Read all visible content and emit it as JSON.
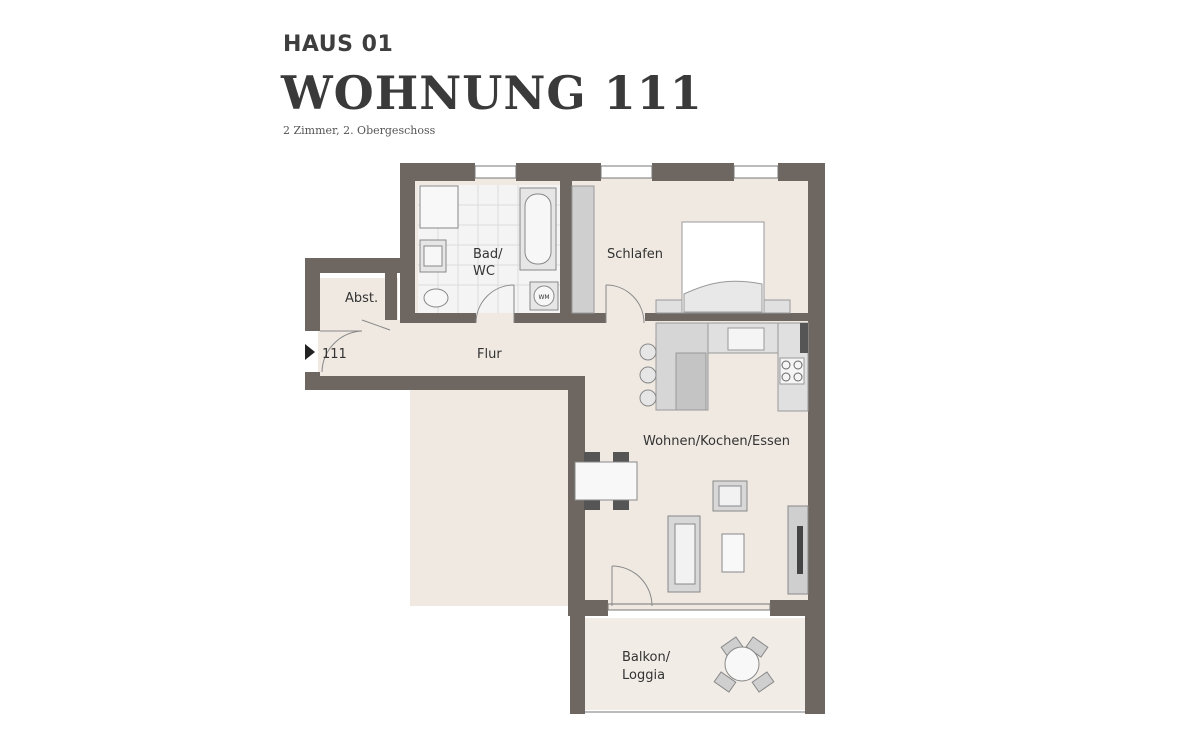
{
  "header": {
    "house": "HAUS 01",
    "unit": "WOHNUNG 111",
    "details": "2 Zimmer, 2. Obergeschoss"
  },
  "rooms": {
    "bath_line1": "Bad/",
    "bath_line2": "WC",
    "bedroom": "Schlafen",
    "storage": "Abst.",
    "entry_number": "111",
    "hall": "Flur",
    "living": "Wohnen/Kochen/Essen",
    "balcony_line1": "Balkon/",
    "balcony_line2": "Loggia",
    "washer": "WM"
  },
  "colors": {
    "wall": "#6e6761",
    "floor": "#efe9e2",
    "tile": "#f3f3f3",
    "furniture": "#c9c9c9"
  }
}
